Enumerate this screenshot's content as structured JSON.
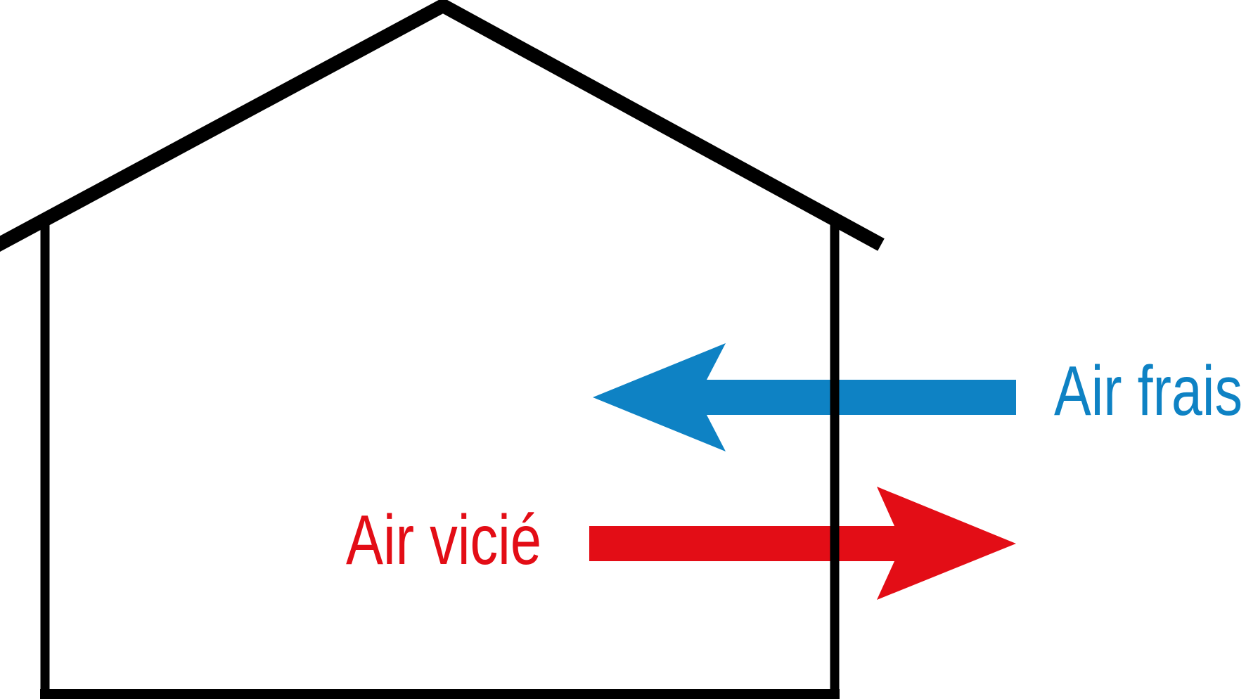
{
  "diagram": {
    "labels": {
      "fresh_air": "Air frais",
      "stale_air": "Air vicié"
    },
    "colors": {
      "fresh_air_blue": "#0e82c4",
      "stale_air_red": "#e30d16",
      "outline_black": "#000000",
      "background": "#ffffff"
    },
    "arrows": [
      {
        "label": "Air frais",
        "color": "#0e82c4",
        "direction": "left-into-house"
      },
      {
        "label": "Air vicié",
        "color": "#e30d16",
        "direction": "right-out-of-house"
      }
    ]
  }
}
